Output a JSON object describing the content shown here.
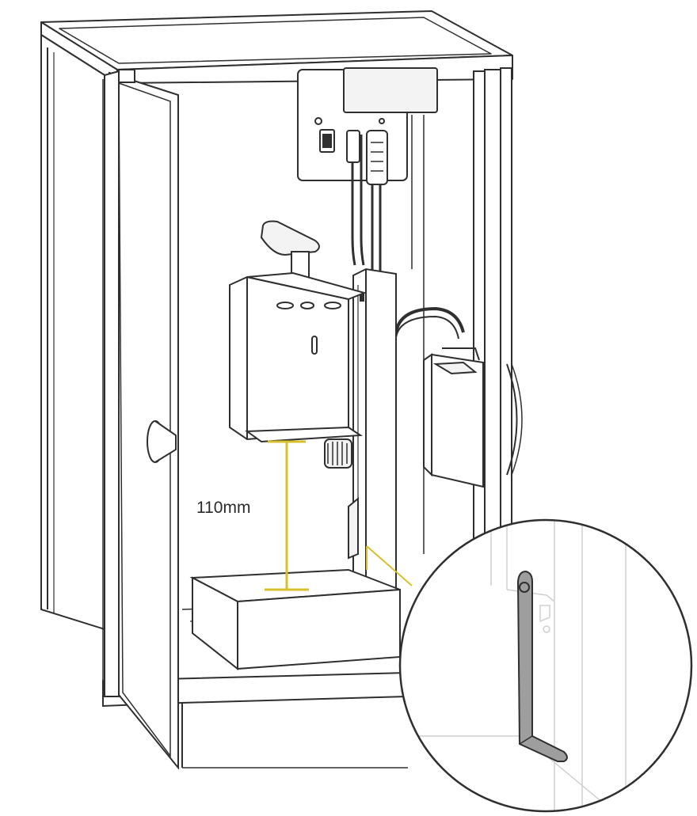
{
  "dimension": {
    "value_mm": 110,
    "label": "110mm"
  },
  "colors": {
    "outline": "#2f2f2f",
    "accent": "#d9bf2e",
    "tool_fill": "#9e9e9e",
    "light_line": "#cfcfcf",
    "shade": "#f3f3f3"
  },
  "parts": {
    "enclosure": "enclosure-cabinet",
    "door": "open-door",
    "laser_head": "laser-module",
    "material_block": "material-block",
    "allen_key": "allen-key"
  }
}
